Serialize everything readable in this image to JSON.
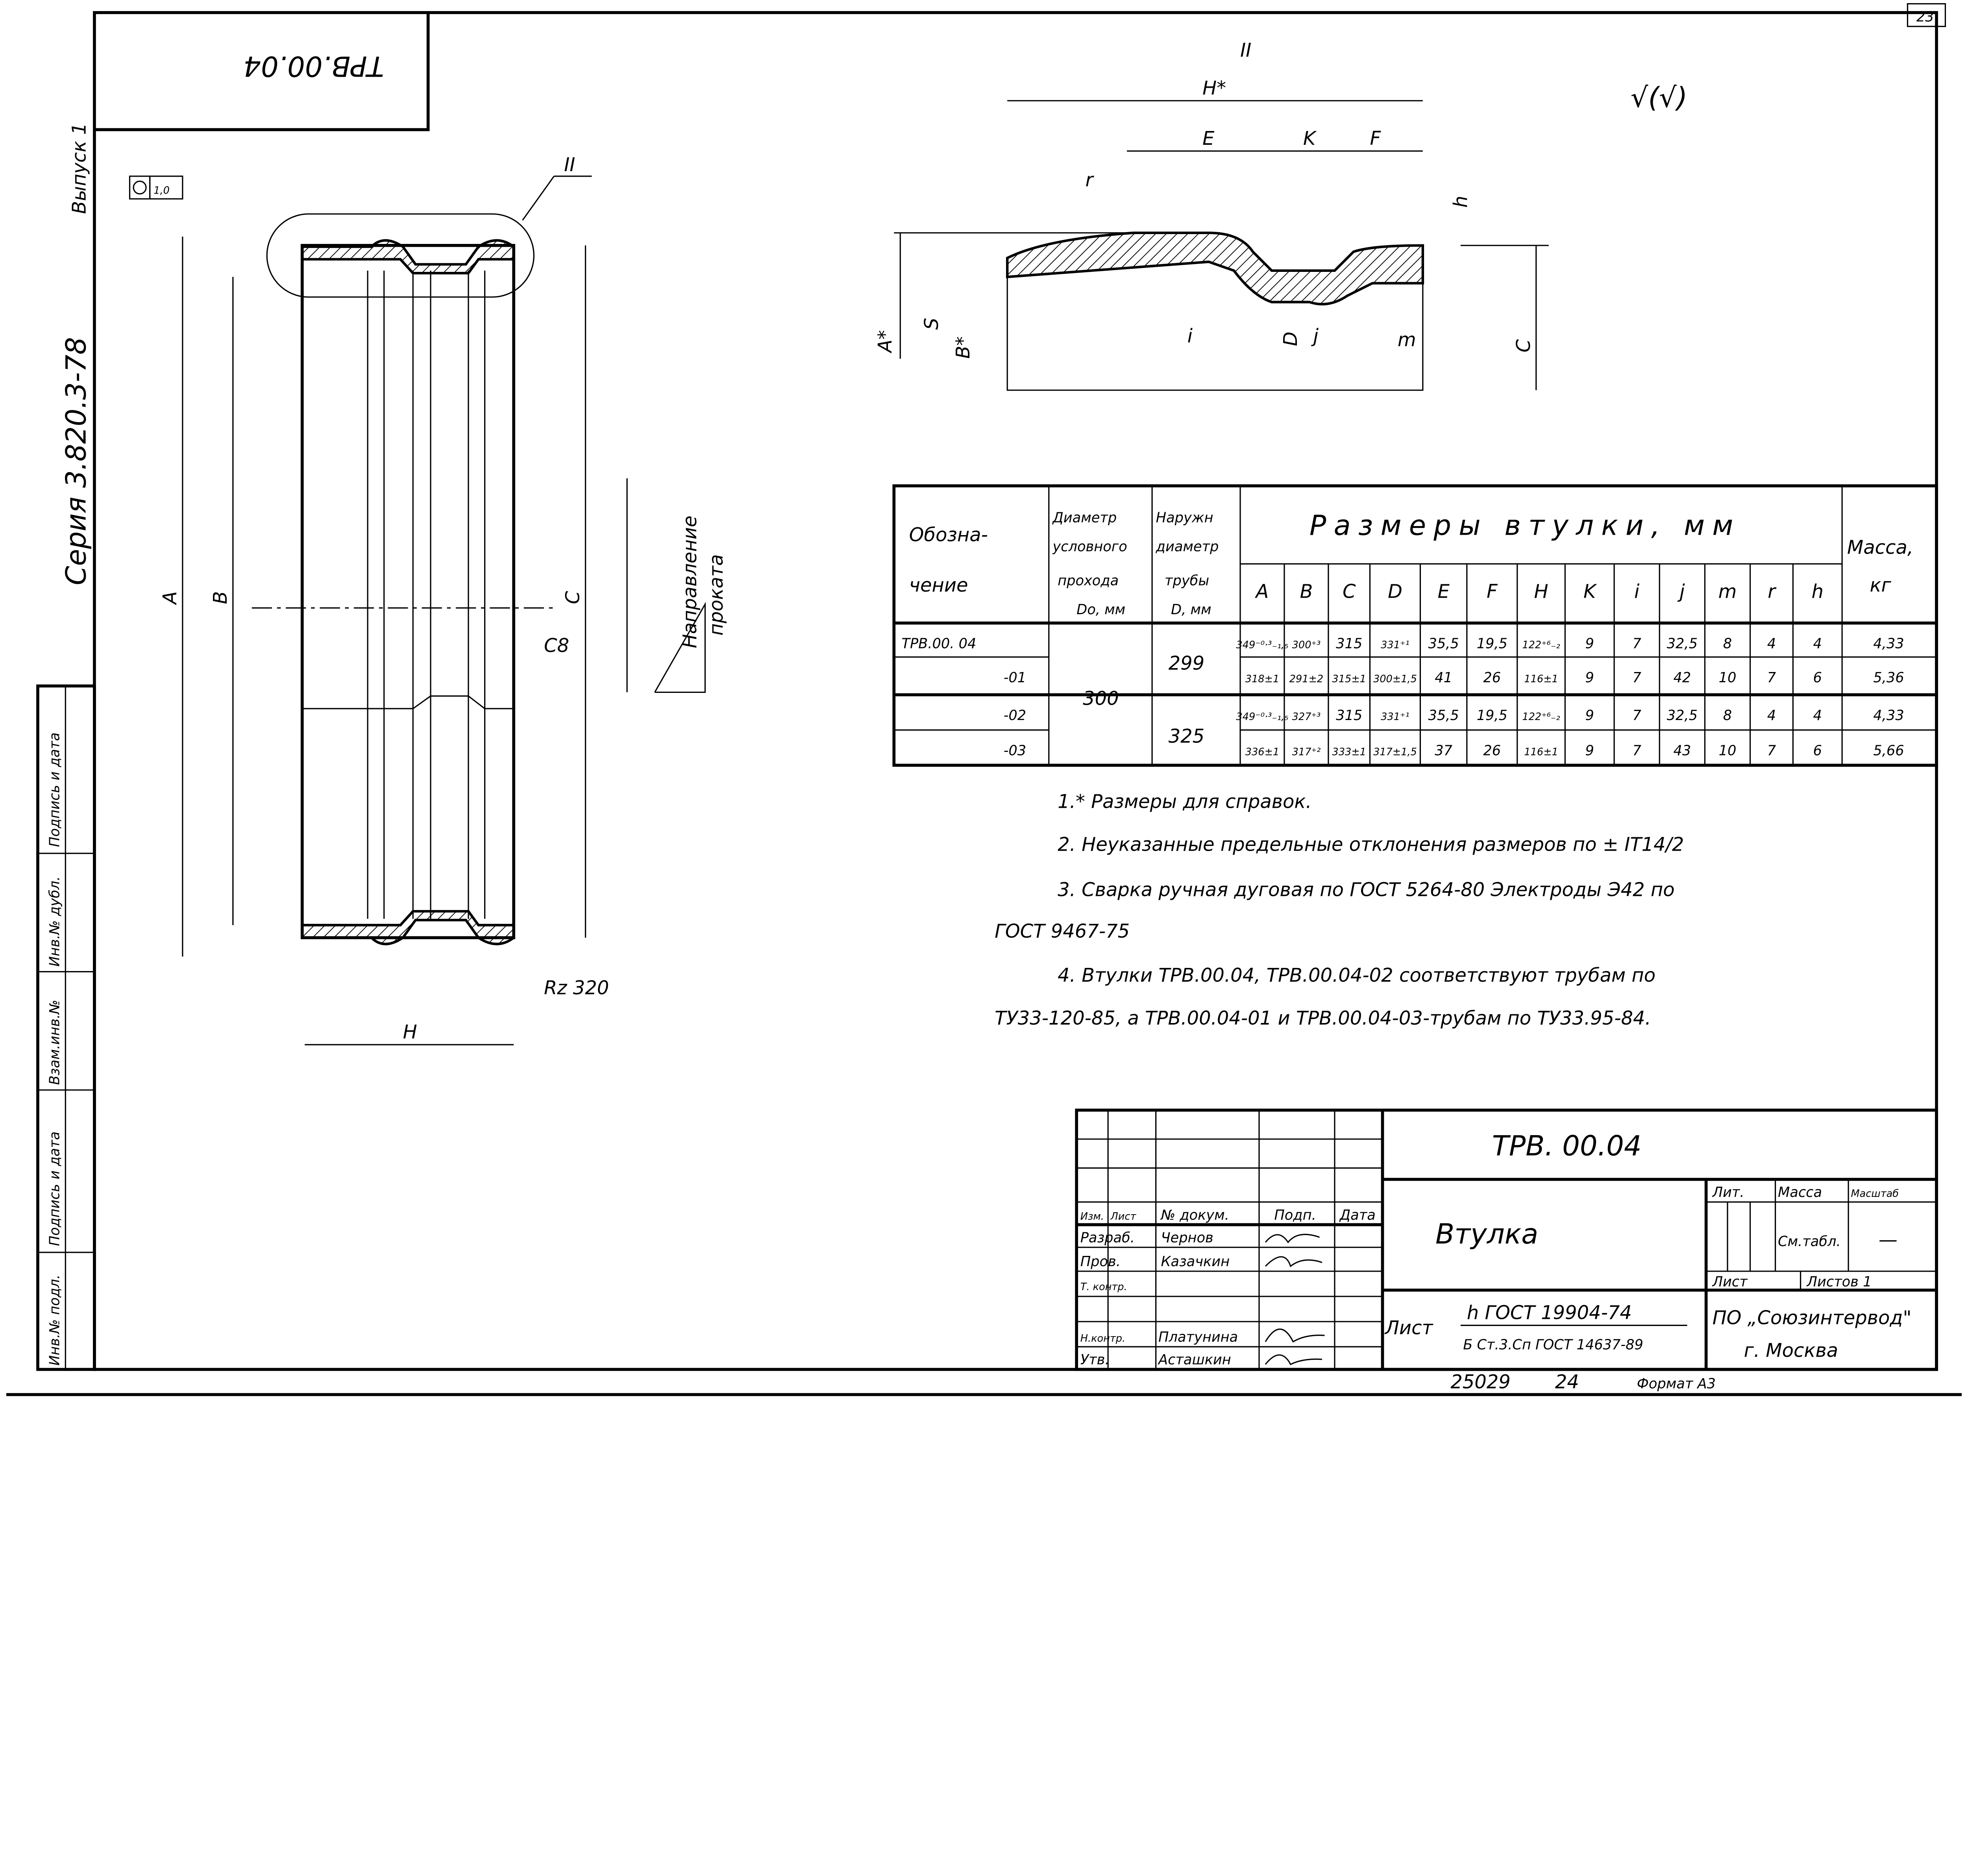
{
  "sheet_number": "23",
  "stamp_code": "ТРВ.00.04",
  "side": {
    "issue": "Выпуск 1",
    "series": "Серия 3.820.3-78",
    "columns": [
      "Инв.№ подл.",
      "Подпись и дата",
      "Взам.инв.№",
      "Инв.№ дубл.",
      "Подпись и дата"
    ]
  },
  "main_view": {
    "flatness_tol": "1,0",
    "detail_mark": "II",
    "dim_A": "A",
    "dim_B": "B",
    "dim_C": "C",
    "dim_H": "H",
    "chamfer": "C8",
    "roughness": "Rz 320",
    "rolling_direction": [
      "Направление",
      "проката"
    ]
  },
  "detail": {
    "mark": "II",
    "labels": {
      "H": "H*",
      "E": "E",
      "K": "K",
      "F": "F",
      "h": "h",
      "A": "A*",
      "S": "S",
      "B": "B*",
      "C": "C",
      "D": "D",
      "i": "i",
      "j": "j",
      "m": "m",
      "r": "r"
    }
  },
  "roughness_symbol": "√(√)",
  "table": {
    "col1": [
      "Обозна-",
      "чение"
    ],
    "col2": [
      "Диаметр",
      "условного",
      "прохода",
      "Dо, мм"
    ],
    "col3": [
      "Наружн",
      "диаметр",
      "трубы",
      "D, мм"
    ],
    "group_header": "Размеры втулки, мм",
    "mass_header": [
      "Масса,",
      "кг"
    ],
    "letters": [
      "A",
      "B",
      "C",
      "D",
      "E",
      "F",
      "H",
      "K",
      "i",
      "j",
      "m",
      "r",
      "h"
    ],
    "nominal": "300",
    "pipe_diams": [
      "299",
      "325"
    ],
    "rows": [
      {
        "code": "ТРВ.00. 04",
        "A": "349⁻⁰·³₋₁,₅",
        "B": "300⁺³",
        "C": "315",
        "D": "331⁺¹",
        "E": "35,5",
        "F": "19,5",
        "H": "122⁺⁶₋₂",
        "K": "9",
        "i": "7",
        "j": "32,5",
        "m": "8",
        "r": "4",
        "h": "4",
        "mass": "4,33"
      },
      {
        "code": "-01",
        "A": "318±1",
        "B": "291±2",
        "C": "315±1",
        "D": "300±1,5",
        "E": "41",
        "F": "26",
        "H": "116±1",
        "K": "9",
        "i": "7",
        "j": "42",
        "m": "10",
        "r": "7",
        "h": "6",
        "mass": "5,36"
      },
      {
        "code": "-02",
        "A": "349⁻⁰·³₋₁,₅",
        "B": "327⁺³",
        "C": "315",
        "D": "331⁺¹",
        "E": "35,5",
        "F": "19,5",
        "H": "122⁺⁶₋₂",
        "K": "9",
        "i": "7",
        "j": "32,5",
        "m": "8",
        "r": "4",
        "h": "4",
        "mass": "4,33"
      },
      {
        "code": "-03",
        "A": "336±1",
        "B": "317⁺²",
        "C": "333±1",
        "D": "317±1,5",
        "E": "37",
        "F": "26",
        "H": "116±1",
        "K": "9",
        "i": "7",
        "j": "43",
        "m": "10",
        "r": "7",
        "h": "6",
        "mass": "5,66"
      }
    ]
  },
  "notes": [
    "1.* Размеры для справок.",
    "2. Неуказанные предельные отклонения размеров по ± IT14/2",
    "3. Сварка ручная дуговая по ГОСТ 5264-80 Электроды Э42 по",
    "ГОСТ 9467-75",
    "4. Втулки ТРВ.00.04, ТРВ.00.04-02 соответствуют трубам по",
    "ТУ33-120-85, а ТРВ.00.04-01 и ТРВ.00.04-03-трубам по ТУ33.95-84."
  ],
  "title_block": {
    "designation": "ТРВ. 00.04",
    "name": "Втулка",
    "headers": [
      "Изм.",
      "Лист",
      "№ докум.",
      "Подп.",
      "Дата"
    ],
    "roles": [
      {
        "role": "Разраб.",
        "name": "Чернов"
      },
      {
        "role": "Пров.",
        "name": "Казачкин"
      },
      {
        "role": "Т. контр.",
        "name": ""
      },
      {
        "role": "Н.контр.",
        "name": "Платунина"
      },
      {
        "role": "Утв.",
        "name": "Асташкин"
      }
    ],
    "lit": "Лит.",
    "mass": "Масса",
    "scale": "Масштаб",
    "mass_value": "См.табл.",
    "scale_value": "—",
    "sheet": "Лист",
    "sheets": "Листов 1",
    "material_prefix": "Лист",
    "material_top": "h ГОСТ 19904-74",
    "material_bottom": "Б Ст.3.Сп ГОСТ 14637-89",
    "org1": "ПО „Союзинтервод\"",
    "org2": "г. Москва",
    "footer_code": "25029",
    "footer_num": "24",
    "format": "Формат А3"
  }
}
